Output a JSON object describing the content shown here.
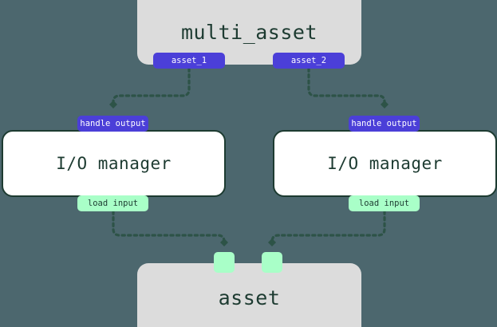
{
  "diagram": {
    "background_color": "#4c676e",
    "asset_box_color": "#dcdcdc",
    "iomanager_box_color": "#ffffff",
    "output_port_color": "#4b3fd8",
    "input_port_color": "#a9ffc8",
    "edge_color": "#2d5347",
    "text_color": "#1d3b31",
    "nodes": {
      "multi_asset": {
        "label": "multi_asset"
      },
      "io_manager_left": {
        "label": "I/O manager"
      },
      "io_manager_right": {
        "label": "I/O manager"
      },
      "asset": {
        "label": "asset"
      }
    },
    "ports": {
      "asset_1": {
        "label": "asset_1"
      },
      "asset_2": {
        "label": "asset_2"
      },
      "handle_output_left": {
        "label": "handle output"
      },
      "handle_output_right": {
        "label": "handle output"
      },
      "load_input_left": {
        "label": "load input"
      },
      "load_input_right": {
        "label": "load input"
      },
      "asset_input_1": {
        "label": ""
      },
      "asset_input_2": {
        "label": ""
      }
    }
  }
}
